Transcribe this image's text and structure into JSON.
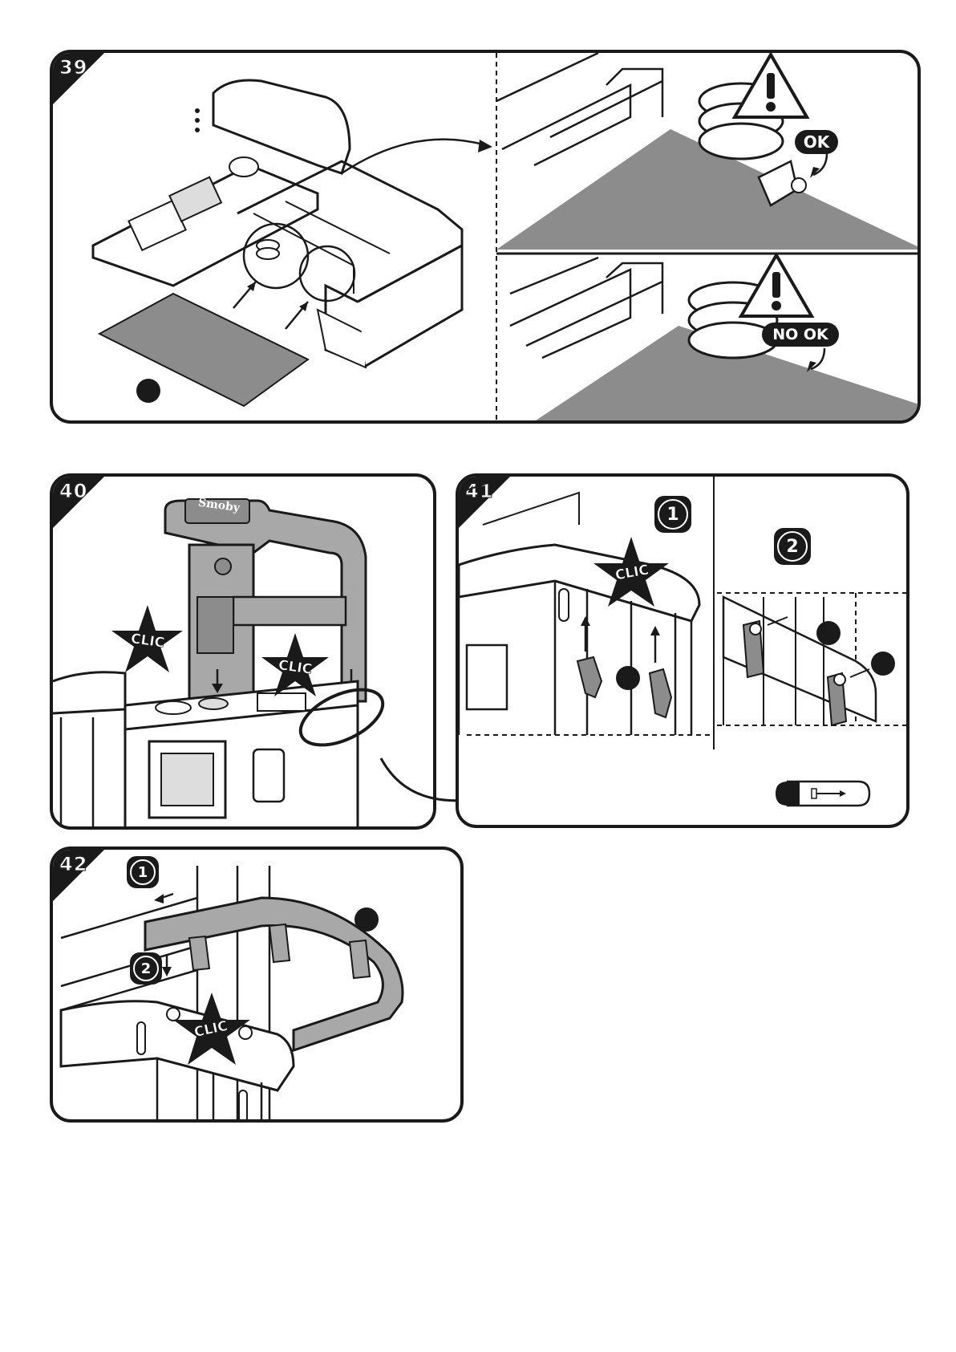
{
  "steps": {
    "s39": {
      "label": "39",
      "ok_label": "OK",
      "nok_label": "NO OK",
      "warning_icon": "warning-triangle-icon"
    },
    "s40": {
      "label": "40",
      "brand": "Smoby",
      "clic_left": "CLIC",
      "clic_right": "CLIC"
    },
    "s41": {
      "label": "41",
      "sub1": "1",
      "sub2": "2",
      "clic": "CLIC",
      "screw_icon": "screw-icon"
    },
    "s42": {
      "label": "42",
      "sub1": "1",
      "sub2": "2",
      "clic": "CLIC"
    }
  },
  "colors": {
    "ink": "#1a1a1a",
    "mat": "#8c8c8c",
    "part_grey": "#a8a8a8",
    "light_grey": "#d8d8d8"
  }
}
